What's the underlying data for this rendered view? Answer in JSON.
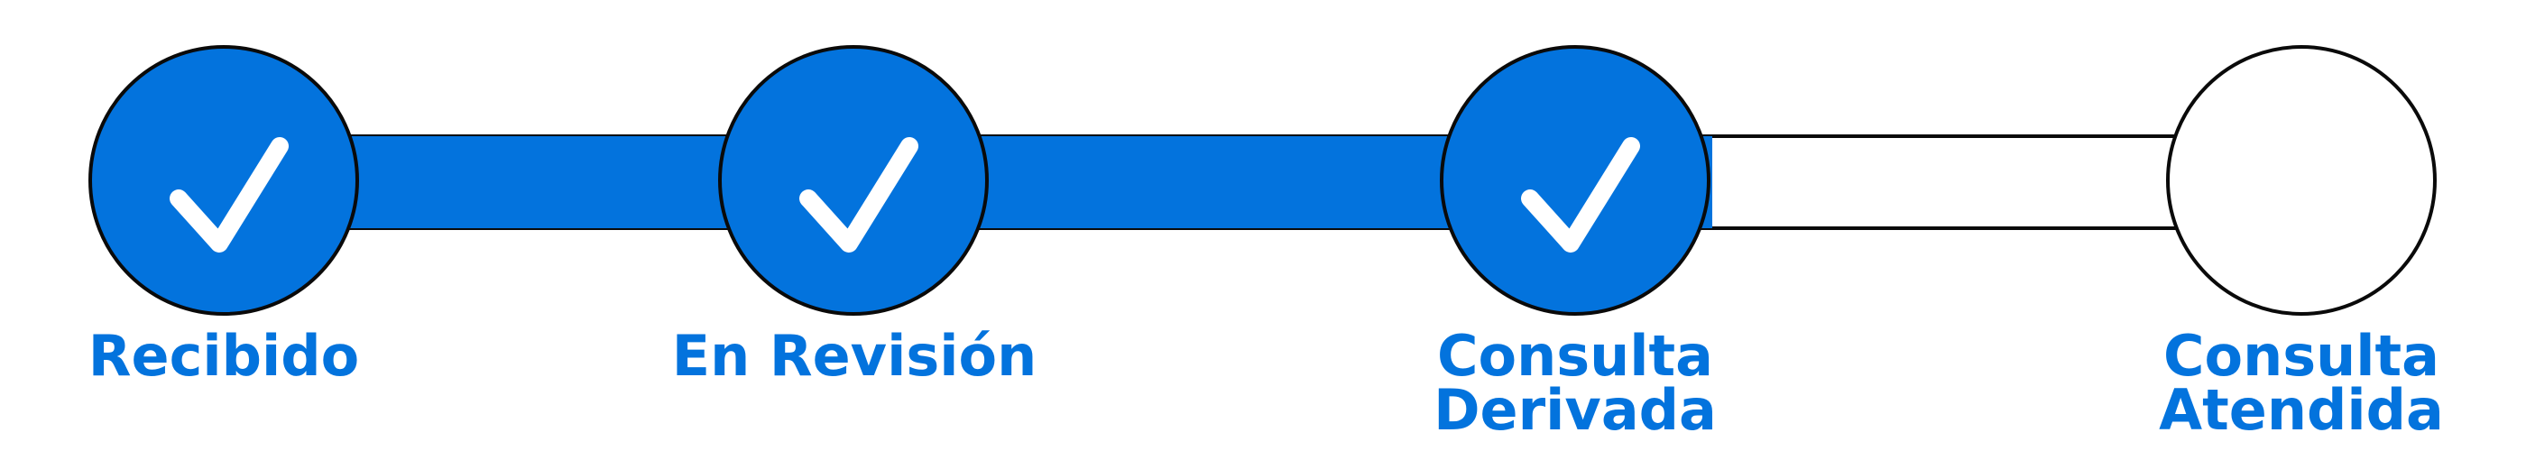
{
  "stepper": {
    "accent_color": "#0373dd",
    "current_step_index": 2,
    "steps": [
      {
        "label": "Recibido",
        "status": "completed",
        "icon": "checkmark-icon"
      },
      {
        "label": "En Revisión",
        "status": "completed",
        "icon": "checkmark-icon"
      },
      {
        "label": "Consulta\nDerivada",
        "status": "completed",
        "icon": "checkmark-icon"
      },
      {
        "label": "Consulta\nAtendida",
        "status": "pending",
        "icon": ""
      }
    ]
  }
}
